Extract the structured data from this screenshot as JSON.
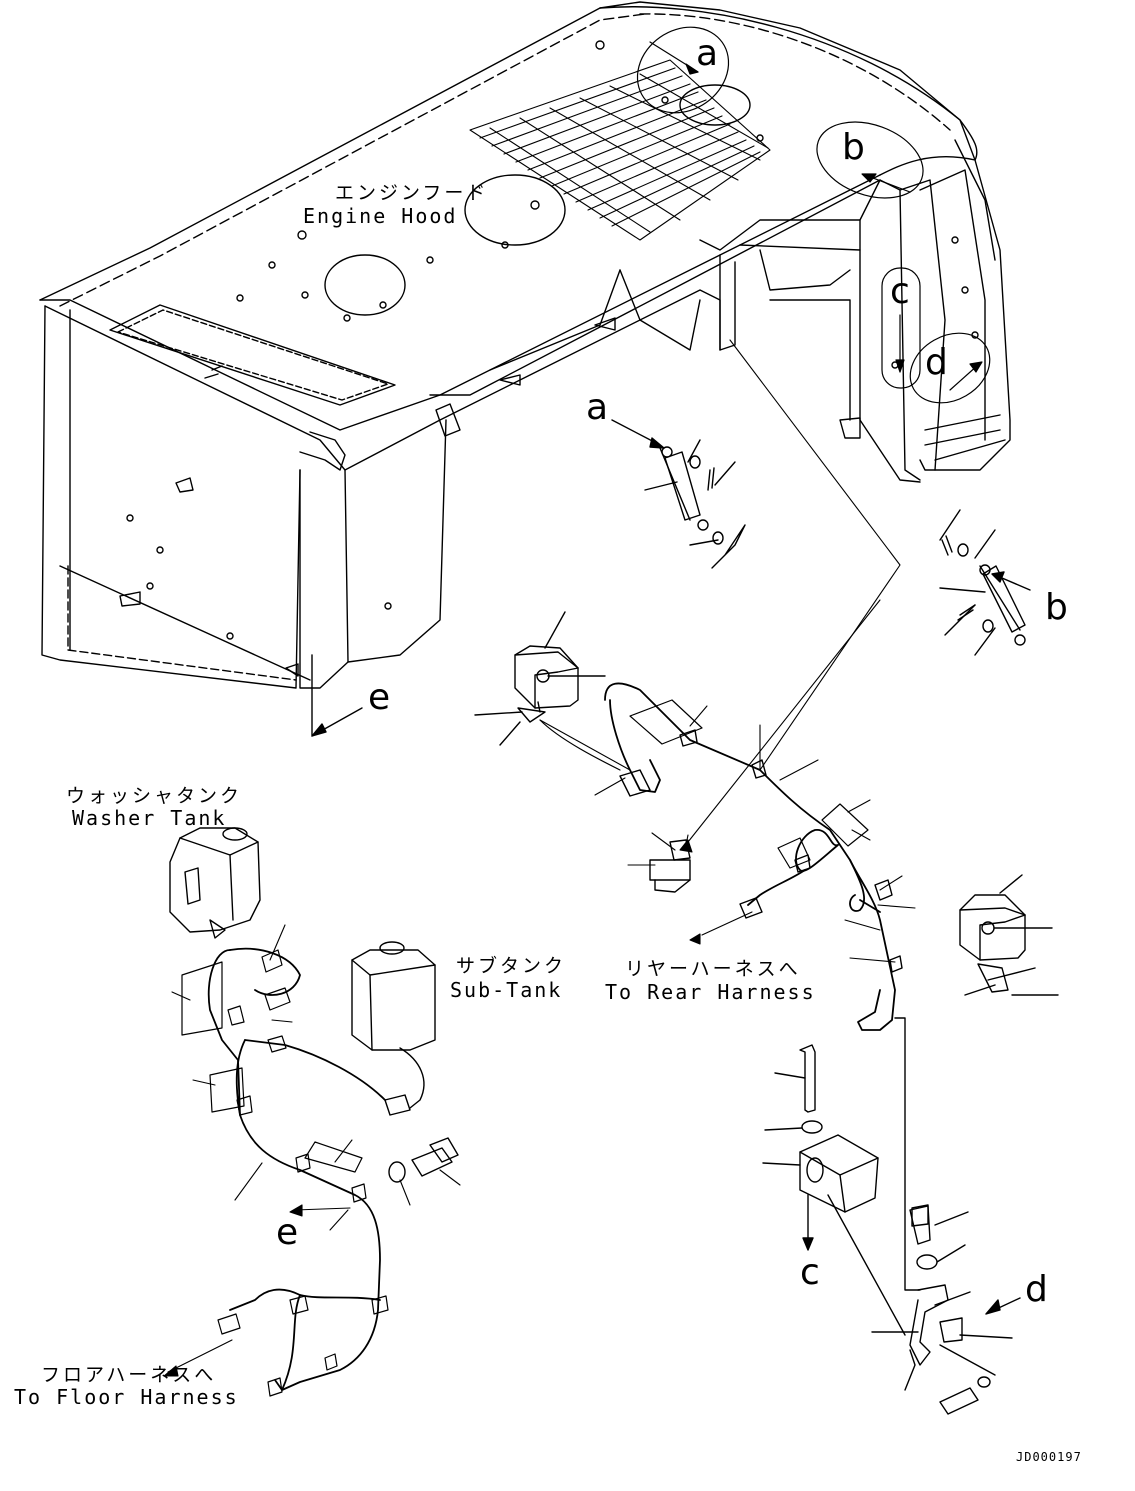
{
  "labels": {
    "engine_hood_jp": "エンジンフード",
    "engine_hood_en": "Engine Hood",
    "washer_tank_jp": "ウォッシャタンク",
    "washer_tank_en": "Washer Tank",
    "sub_tank_jp": "サブタンク",
    "sub_tank_en": "Sub-Tank",
    "rear_harness_jp": "リヤーハーネスへ",
    "rear_harness_en": "To Rear Harness",
    "floor_harness_jp": "フロアハーネスへ",
    "floor_harness_en": "To Floor Harness"
  },
  "refs": {
    "a_top": "a",
    "b_top": "b",
    "c_top": "c",
    "d_top": "d",
    "a_detail": "a",
    "b_detail": "b",
    "c_detail": "c",
    "d_detail": "d",
    "e_top": "e",
    "e_harness": "e"
  },
  "drawing_code": "JD000197",
  "colors": {
    "line": "#000000",
    "background": "#ffffff"
  }
}
